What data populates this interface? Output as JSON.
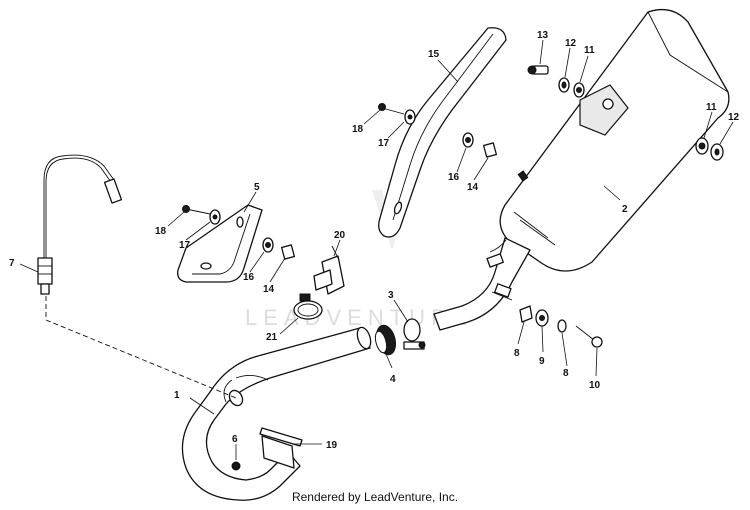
{
  "callouts": [
    "1",
    "2",
    "3",
    "4",
    "5",
    "6",
    "7",
    "8",
    "8",
    "9",
    "10",
    "11",
    "11",
    "12",
    "12",
    "13",
    "14",
    "14",
    "15",
    "16",
    "16",
    "17",
    "17",
    "18",
    "18",
    "19",
    "20",
    "21"
  ],
  "watermark": "LEADVENTURE",
  "credit": "Rendered by LeadVenture, Inc."
}
